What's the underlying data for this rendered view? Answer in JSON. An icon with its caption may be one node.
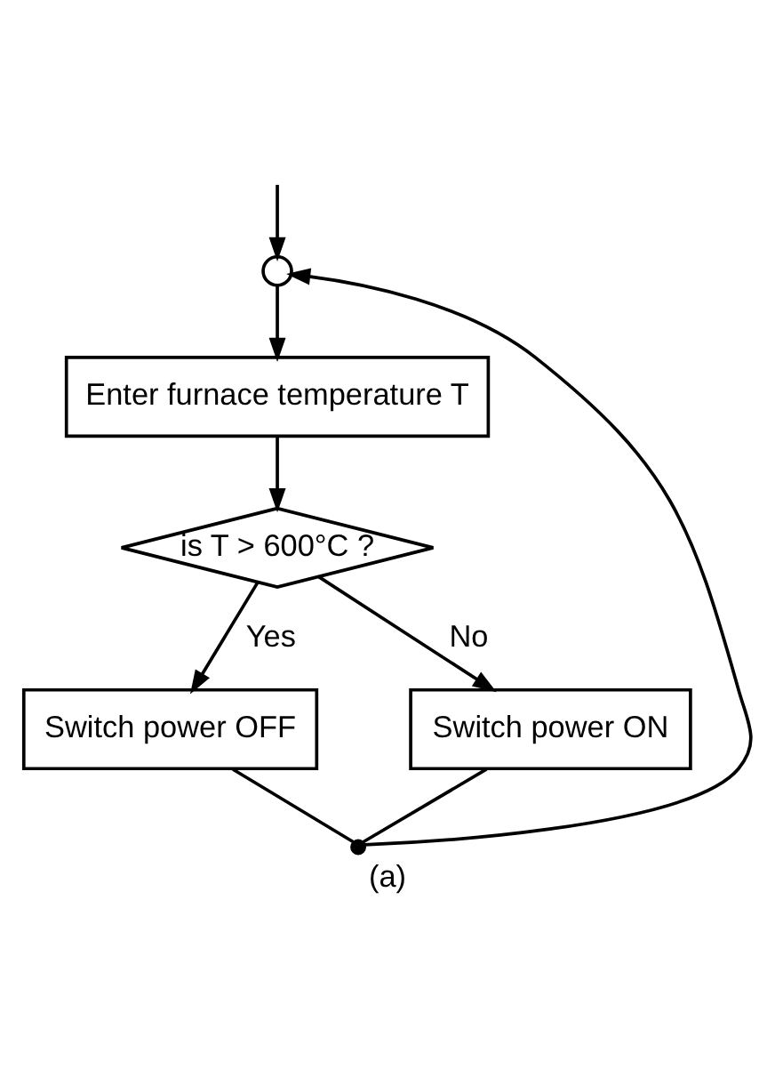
{
  "diagram": {
    "caption": "(a)",
    "nodes": [
      {
        "text": [],
        "shape": "circle"
      },
      {
        "text": [
          "Enter furnace temperature T"
        ]
      },
      {
        "text": [
          "is T > 600°C ?"
        ]
      },
      {
        "text": [
          "Switch power OFF"
        ]
      },
      {
        "text": [
          "Switch power ON"
        ]
      },
      {
        "text": [],
        "shape": "dot"
      }
    ],
    "edges": [
      {
        "from": null,
        "to": 0,
        "arrow": "to"
      },
      {
        "from": 0,
        "to": 1,
        "arrow": "to"
      },
      {
        "from": 1,
        "to": 2,
        "arrow": "to"
      },
      {
        "from": 2,
        "to": 3,
        "arrow": "to",
        "label": "Yes"
      },
      {
        "from": 2,
        "to": 4,
        "arrow": "to",
        "label": "No"
      },
      {
        "from": 3,
        "to": 5,
        "arrow": "none"
      },
      {
        "from": 4,
        "to": 5,
        "arrow": "none"
      },
      {
        "from": 5,
        "to": 0,
        "arrow": "to"
      }
    ]
  }
}
